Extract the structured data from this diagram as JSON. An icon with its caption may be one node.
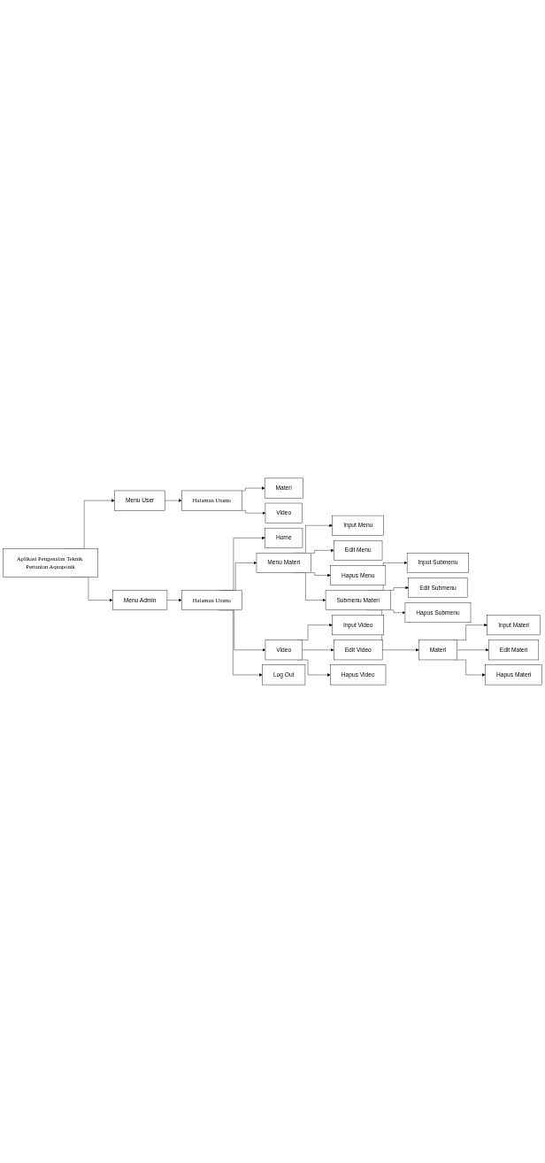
{
  "diagram": {
    "nodes": [
      {
        "text": [
          "Aplikasi Pengenalan Teknik Pertanian Aquaponik"
        ]
      },
      {
        "text": [
          "Menu User"
        ]
      },
      {
        "text": [
          "Menu Admin"
        ]
      },
      {
        "text": [
          "Halaman Utama"
        ]
      },
      {
        "text": [
          "Materi"
        ]
      },
      {
        "text": [
          "Video"
        ]
      },
      {
        "text": [
          "Halaman Utama"
        ]
      },
      {
        "text": [
          "Home"
        ]
      },
      {
        "text": [
          "Menu Materi"
        ]
      },
      {
        "text": [
          "Input Menu"
        ]
      },
      {
        "text": [
          "Edit Menu"
        ]
      },
      {
        "text": [
          "Hapus Menu"
        ]
      },
      {
        "text": [
          "Submenu Materi"
        ]
      },
      {
        "text": [
          "Input Submenu"
        ]
      },
      {
        "text": [
          "Edit Submenu"
        ]
      },
      {
        "text": [
          "Hapus Submenu"
        ]
      },
      {
        "text": [
          "Materi"
        ]
      },
      {
        "text": [
          "Input Materi"
        ]
      },
      {
        "text": [
          "Edit Materi"
        ]
      },
      {
        "text": [
          "Hapus Materi"
        ]
      },
      {
        "text": [
          "Video"
        ]
      },
      {
        "text": [
          "Input Video"
        ]
      },
      {
        "text": [
          "Edit Video"
        ]
      },
      {
        "text": [
          "Hapus Video"
        ]
      },
      {
        "text": [
          "Log Out"
        ]
      }
    ],
    "edges": [
      {
        "from": 0,
        "to": 1,
        "arrow": "to"
      },
      {
        "from": 0,
        "to": 2,
        "arrow": "to"
      },
      {
        "from": 1,
        "to": 3,
        "arrow": "to"
      },
      {
        "from": 2,
        "to": 6,
        "arrow": "to"
      },
      {
        "from": 3,
        "to": 4,
        "arrow": "to"
      },
      {
        "from": 3,
        "to": 5,
        "arrow": "to"
      },
      {
        "from": 6,
        "to": 7,
        "arrow": "to"
      },
      {
        "from": 6,
        "to": 8,
        "arrow": "to"
      },
      {
        "from": 6,
        "to": 20,
        "arrow": "to"
      },
      {
        "from": 6,
        "to": 24,
        "arrow": "to"
      },
      {
        "from": 8,
        "to": 9,
        "arrow": "to"
      },
      {
        "from": 8,
        "to": 10,
        "arrow": "to"
      },
      {
        "from": 8,
        "to": 11,
        "arrow": "to"
      },
      {
        "from": 8,
        "to": 12,
        "arrow": "to"
      },
      {
        "from": 12,
        "to": 13,
        "arrow": "to"
      },
      {
        "from": 12,
        "to": 14,
        "arrow": "to"
      },
      {
        "from": 12,
        "to": 15,
        "arrow": "to"
      },
      {
        "from": 12,
        "to": 16,
        "arrow": "to"
      },
      {
        "from": 16,
        "to": 17,
        "arrow": "to"
      },
      {
        "from": 16,
        "to": 18,
        "arrow": "to"
      },
      {
        "from": 16,
        "to": 19,
        "arrow": "to"
      },
      {
        "from": 20,
        "to": 21,
        "arrow": "to"
      },
      {
        "from": 20,
        "to": 22,
        "arrow": "to"
      },
      {
        "from": 20,
        "to": 23,
        "arrow": "to"
      }
    ]
  }
}
